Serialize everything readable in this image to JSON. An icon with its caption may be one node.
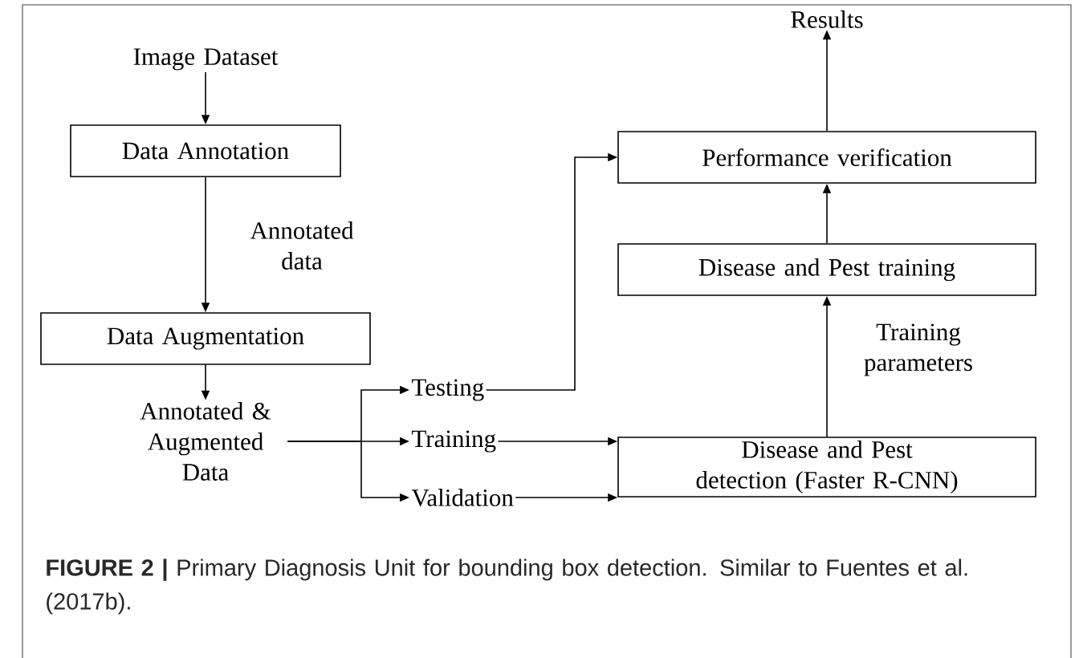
{
  "diagram": {
    "caption": "**FIGURE 2 |** Primary Diagnosis Unit for bounding box detection. Similar to Fuentes et al. (2017b).",
    "nodes": [
      {
        "text": [
          "Image Dataset"
        ]
      },
      {
        "text": [
          "Data Annotation"
        ]
      },
      {
        "text": [
          "Data Augmentation"
        ]
      },
      {
        "text": [
          "Annotated & Augmented Data"
        ]
      },
      {
        "text": [
          "Testing"
        ]
      },
      {
        "text": [
          "Training"
        ]
      },
      {
        "text": [
          "Validation"
        ]
      },
      {
        "text": [
          "Results"
        ]
      },
      {
        "text": [
          "Performance verification"
        ]
      },
      {
        "text": [
          "Disease and Pest training"
        ]
      },
      {
        "text": [
          "Disease and Pest detection (Faster R-CNN)"
        ]
      }
    ],
    "edges": [
      {
        "from": 0,
        "to": 1,
        "arrow": "to"
      },
      {
        "from": 1,
        "to": 2,
        "arrow": "to",
        "label": "Annotated data"
      },
      {
        "from": 2,
        "to": 3,
        "arrow": "to"
      },
      {
        "from": 3,
        "to": 4,
        "arrow": "to"
      },
      {
        "from": 3,
        "to": 5,
        "arrow": "to"
      },
      {
        "from": 3,
        "to": 6,
        "arrow": "to"
      },
      {
        "from": 4,
        "to": 8,
        "arrow": "to"
      },
      {
        "from": 5,
        "to": 10,
        "arrow": "to"
      },
      {
        "from": 6,
        "to": 10,
        "arrow": "to"
      },
      {
        "from": 10,
        "to": 9,
        "arrow": "to",
        "label": "Training parameters"
      },
      {
        "from": 9,
        "to": 8,
        "arrow": "to"
      },
      {
        "from": 8,
        "to": 7,
        "arrow": "to"
      }
    ]
  }
}
